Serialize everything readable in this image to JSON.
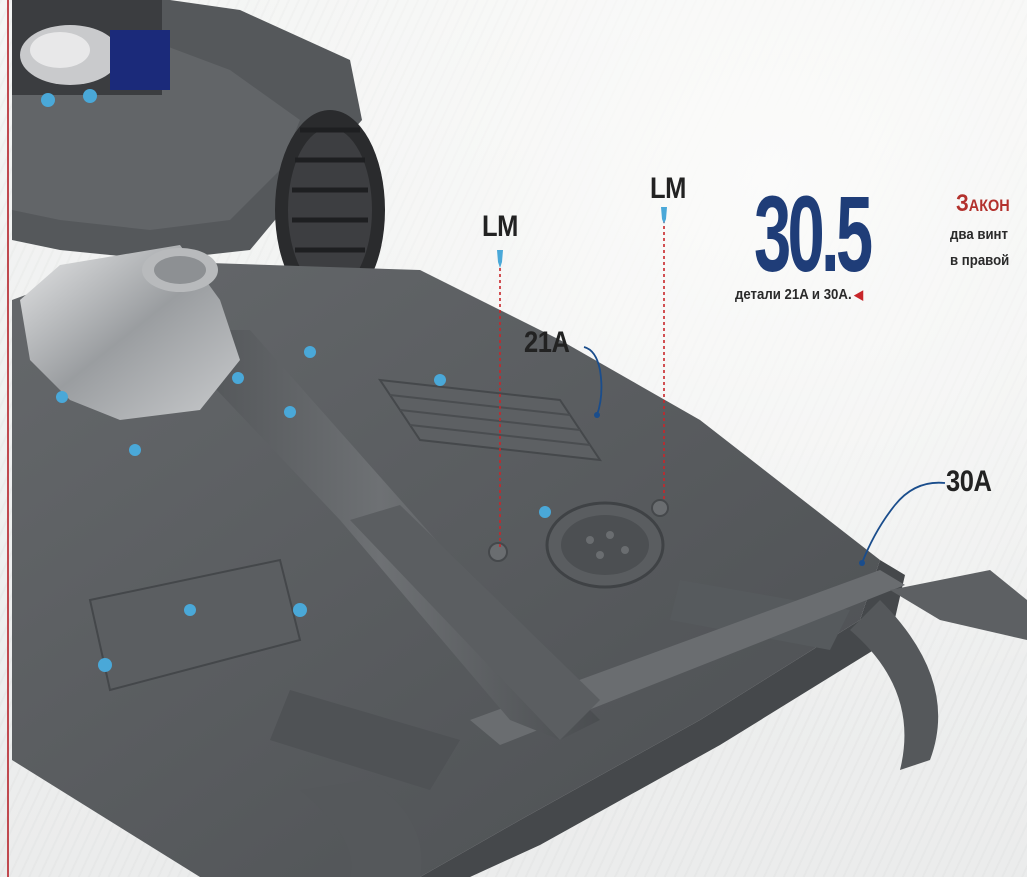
{
  "instruction": {
    "step_number": "30.5",
    "title": "Закон",
    "line1": "два винт",
    "line2": "в правой",
    "line3_prefix": "детали ",
    "part_a": "21A",
    "joiner": " и ",
    "part_b": "30A",
    "line3_suffix": ".",
    "marker_icon": "left-arrow-icon"
  },
  "callouts": {
    "screw_left": "LM",
    "screw_right": "LM",
    "part_21a": "21A",
    "part_30a": "30A"
  },
  "colors": {
    "step_number": "#1f3d78",
    "title": "#b3312d",
    "marker": "#c8262a",
    "leader_line": "#1a4d8c",
    "screw_guide": "#c8262a",
    "model_body": "#5a5d60",
    "screw_head": "#4aa8d8"
  }
}
